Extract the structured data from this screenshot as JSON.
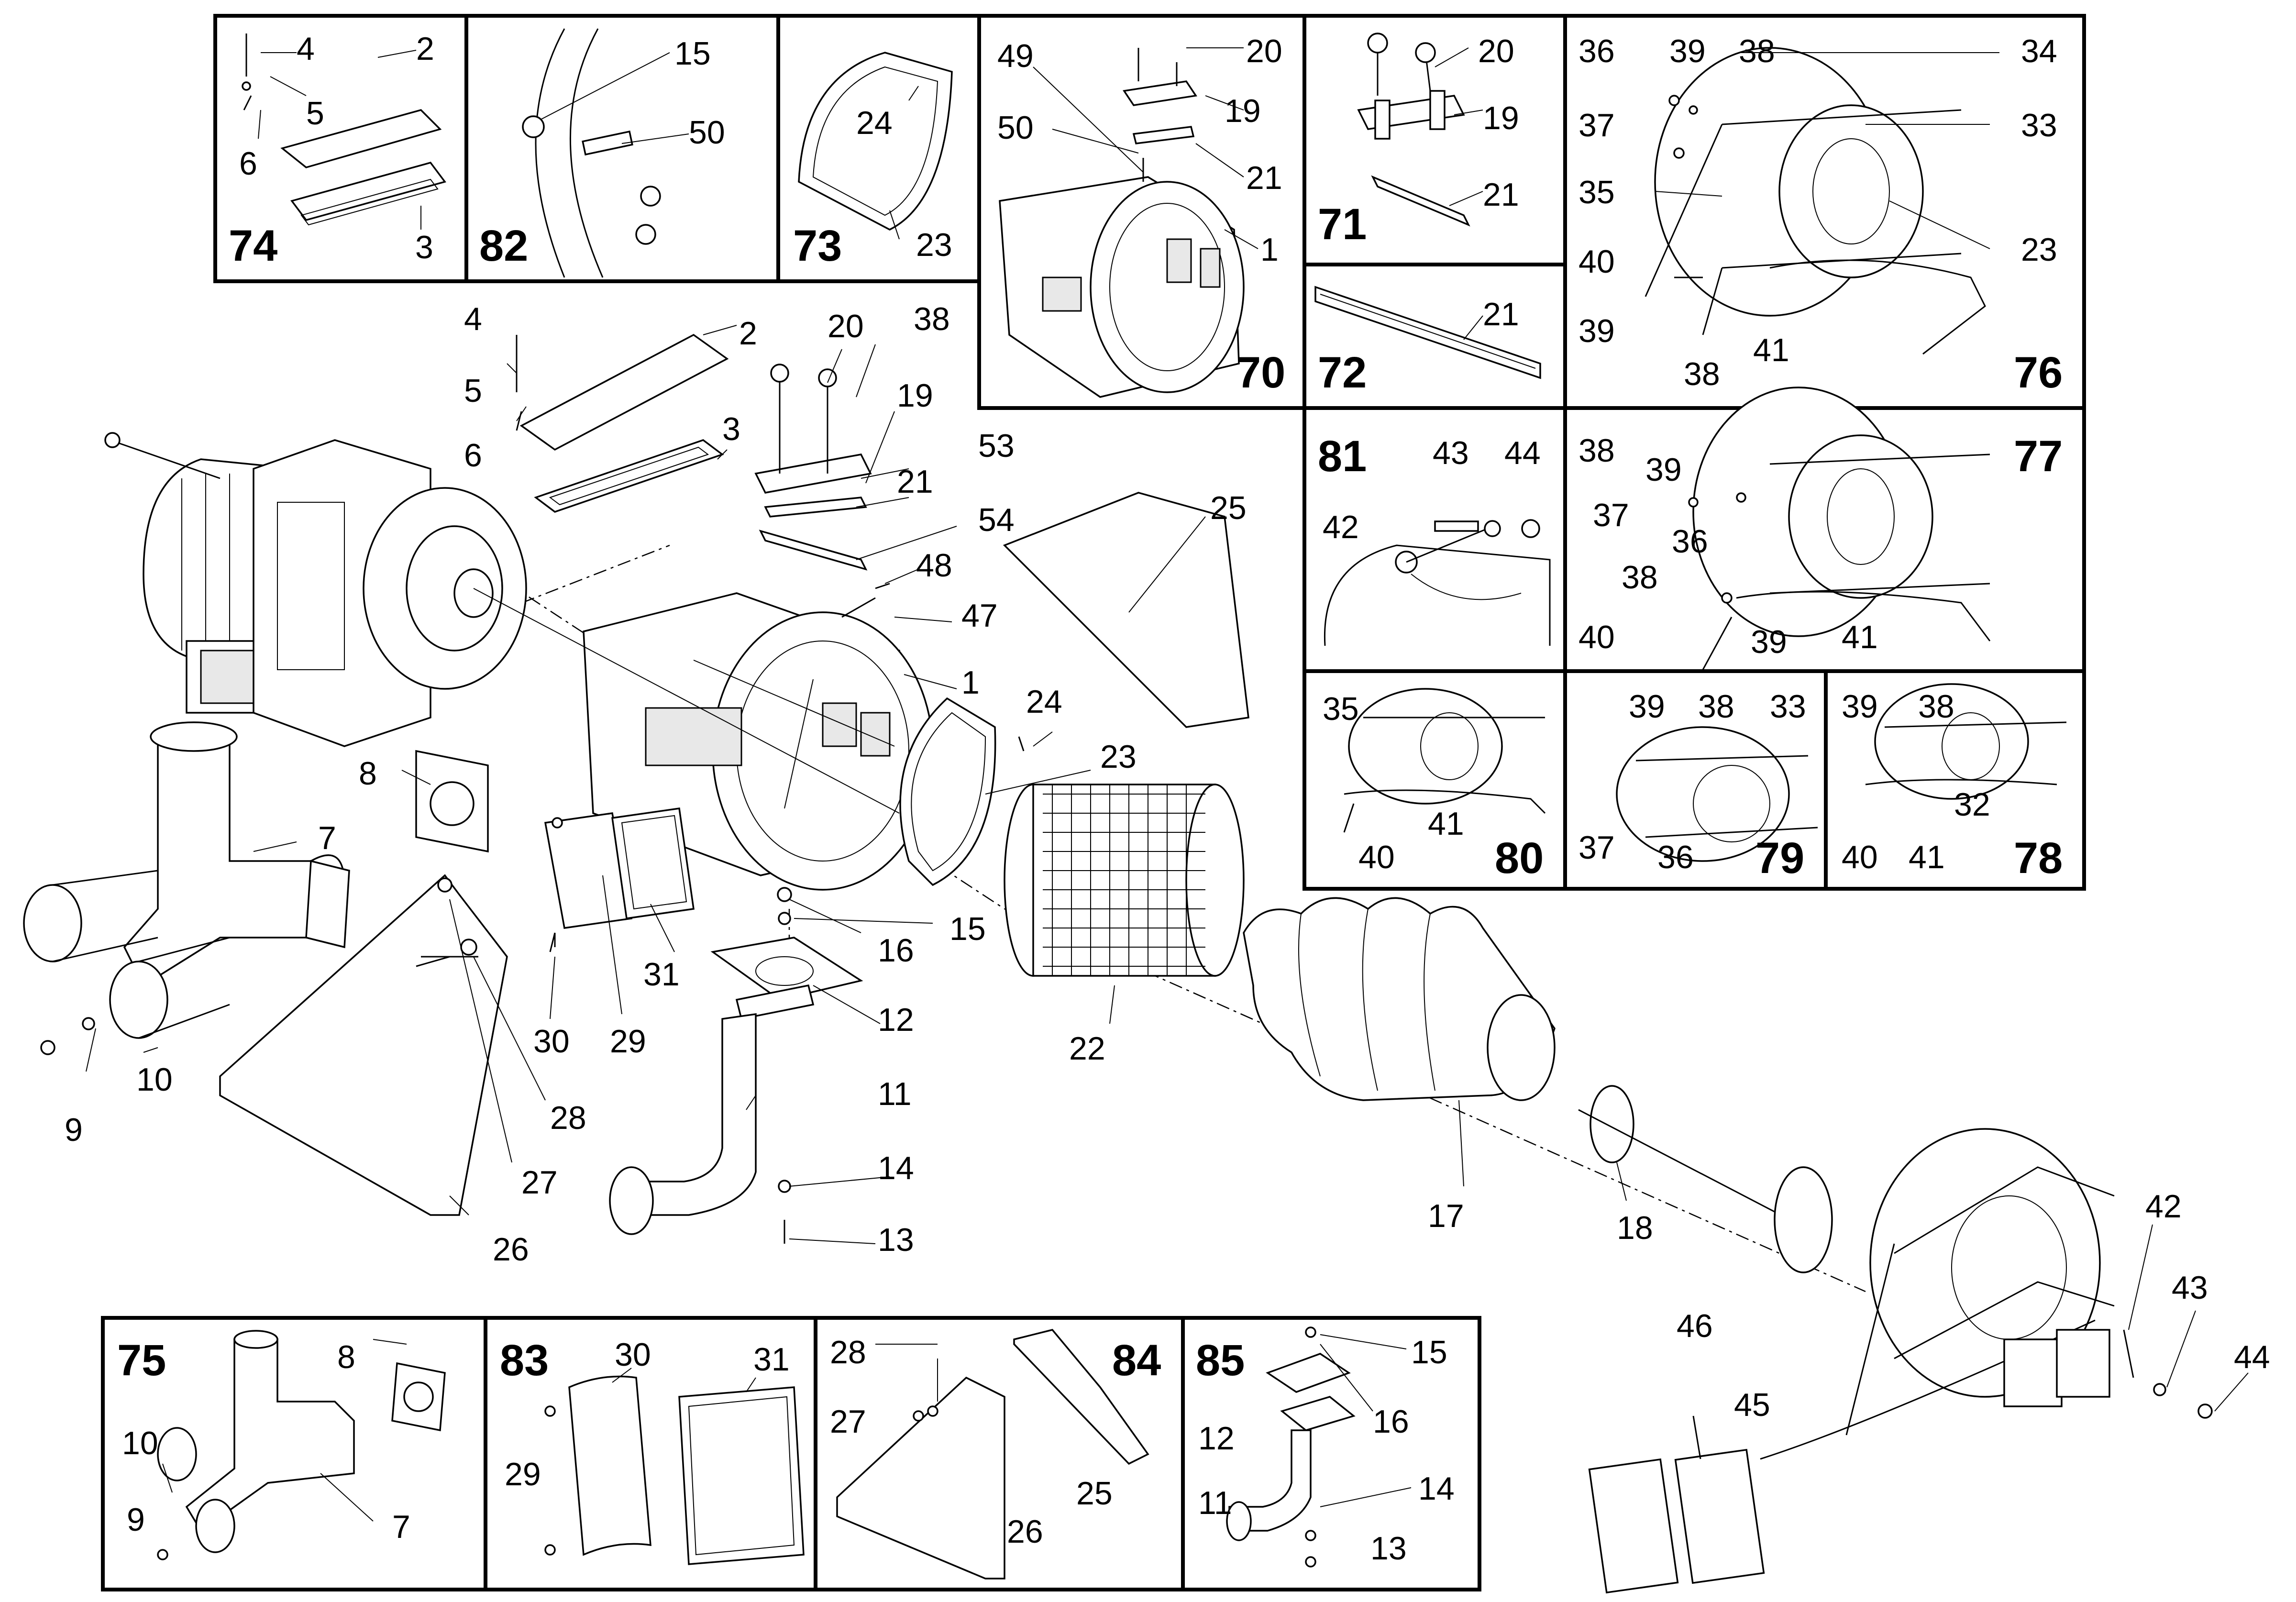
{
  "panels": [
    {
      "id": "74",
      "callouts": [
        "4",
        "2",
        "5",
        "6",
        "3"
      ]
    },
    {
      "id": "82",
      "callouts": [
        "15",
        "50"
      ]
    },
    {
      "id": "73",
      "callouts": [
        "24",
        "23"
      ]
    },
    {
      "id": "70",
      "callouts": [
        "49",
        "20",
        "19",
        "50",
        "21",
        "1"
      ]
    },
    {
      "id": "71",
      "callouts": [
        "20",
        "19",
        "21"
      ]
    },
    {
      "id": "72",
      "callouts": [
        "21"
      ]
    },
    {
      "id": "76",
      "callouts": [
        "36",
        "39",
        "38",
        "34",
        "37",
        "33",
        "35",
        "23",
        "40",
        "39",
        "41",
        "38"
      ]
    },
    {
      "id": "81",
      "callouts": [
        "43",
        "44",
        "42"
      ]
    },
    {
      "id": "77",
      "callouts": [
        "38",
        "39",
        "37",
        "36",
        "38",
        "40",
        "39",
        "41"
      ]
    },
    {
      "id": "80",
      "callouts": [
        "35",
        "41",
        "40"
      ]
    },
    {
      "id": "79",
      "callouts": [
        "39",
        "38",
        "33",
        "37",
        "36"
      ]
    },
    {
      "id": "78",
      "callouts": [
        "39",
        "38",
        "32",
        "40",
        "41"
      ]
    },
    {
      "id": "75",
      "callouts": [
        "8",
        "10",
        "9",
        "7"
      ]
    },
    {
      "id": "83",
      "callouts": [
        "30",
        "31",
        "29"
      ]
    },
    {
      "id": "84",
      "callouts": [
        "28",
        "27",
        "25",
        "26"
      ]
    },
    {
      "id": "85",
      "callouts": [
        "15",
        "16",
        "12",
        "11",
        "14",
        "13"
      ]
    }
  ],
  "main_callouts": [
    "4",
    "2",
    "20",
    "38",
    "5",
    "6",
    "3",
    "19",
    "53",
    "21",
    "54",
    "48",
    "47",
    "25",
    "1",
    "24",
    "23",
    "8",
    "7",
    "9",
    "10",
    "30",
    "29",
    "31",
    "28",
    "27",
    "26",
    "16",
    "15",
    "12",
    "11",
    "14",
    "13",
    "22",
    "17",
    "18",
    "42",
    "43",
    "44",
    "46",
    "45"
  ]
}
